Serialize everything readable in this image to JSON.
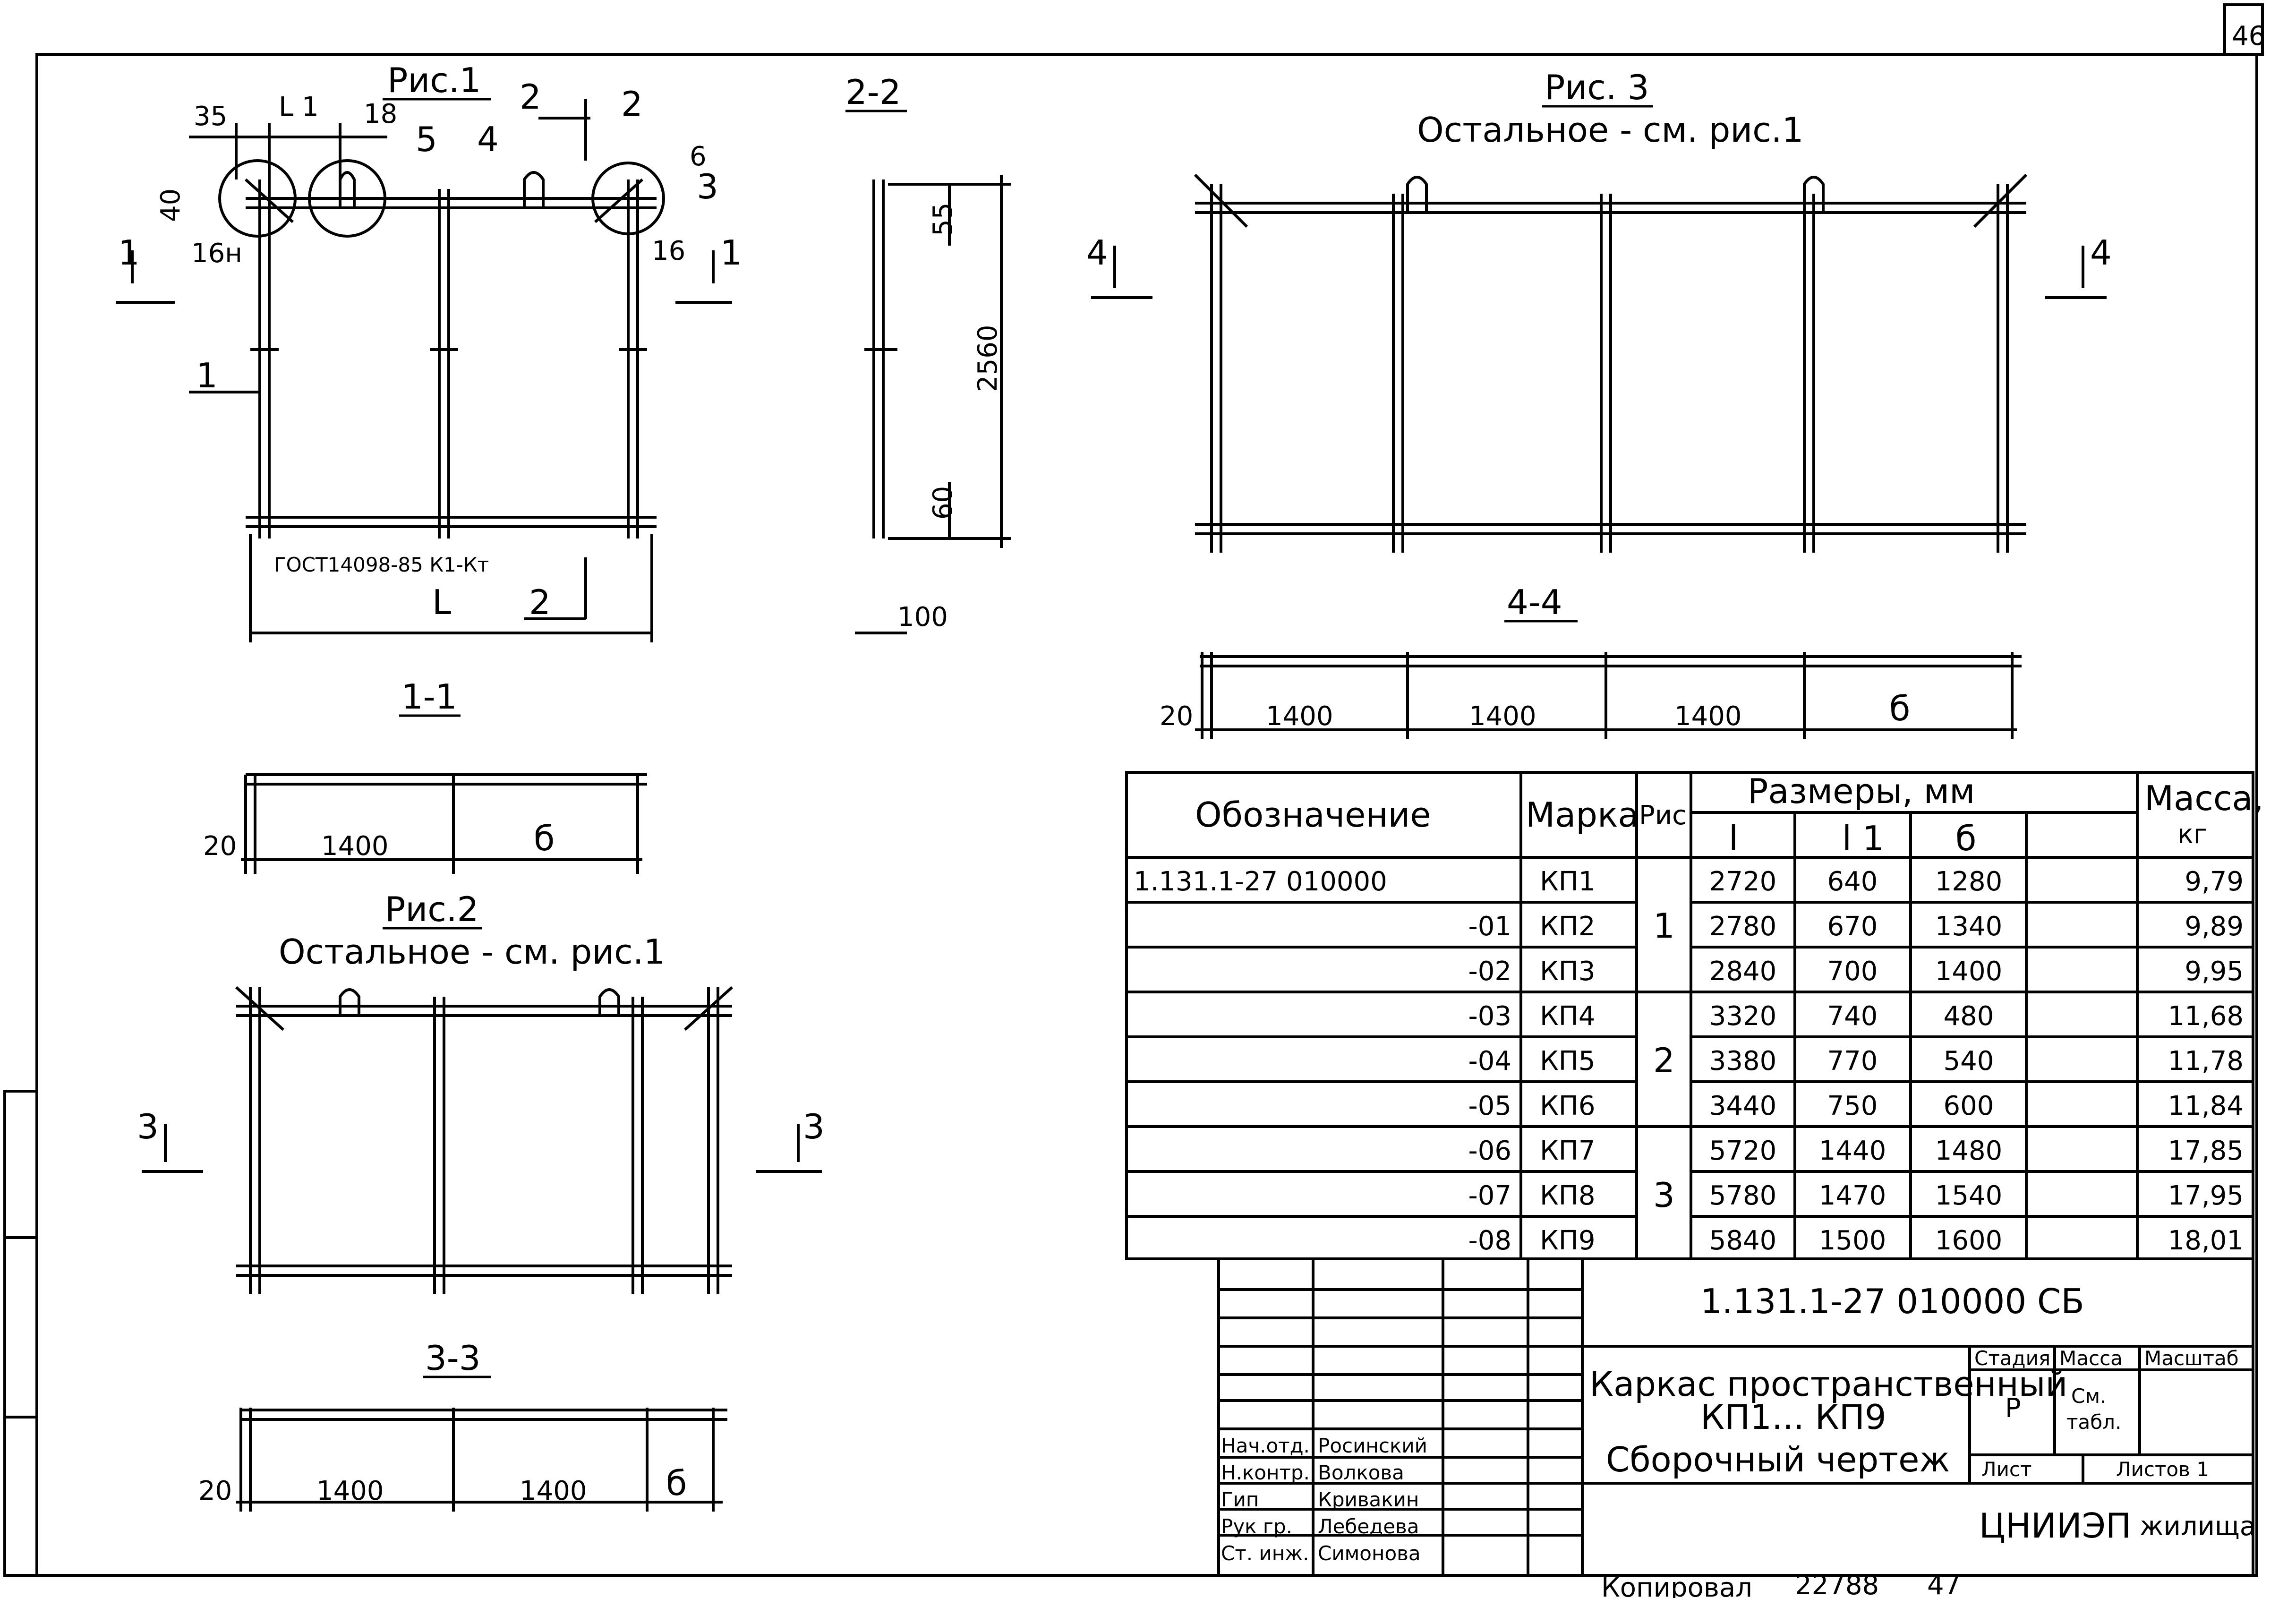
{
  "sheet_number": "46",
  "fig1": {
    "title": "Рис.1",
    "dim_35": "35",
    "dim_l1": "L 1",
    "dim_18": "18",
    "dim_40": "40",
    "pos_5": "5",
    "pos_4": "4",
    "pos_2": "2",
    "pos_6": "6",
    "pos_3": "3",
    "pos_1": "1",
    "weld_left": "16н",
    "weld_right": "16",
    "section_2": "2",
    "section_1": "1",
    "gost": "ГОСТ14098-85 К1-Кт",
    "dim_l": "L"
  },
  "sec22": {
    "title": "2-2",
    "dim_55": "55",
    "dim_2560": "2560",
    "dim_60": "60",
    "dim_100": "100"
  },
  "sec11": {
    "title": "1-1",
    "d20": "20",
    "d1": "1400",
    "db": "б"
  },
  "fig2": {
    "title": "Рис.2",
    "note": "Остальное - см. рис.1",
    "section_3": "3"
  },
  "sec33": {
    "title": "3-3",
    "d20": "20",
    "d1": "1400",
    "d2": "1400",
    "db": "б"
  },
  "fig3": {
    "title": "Рис. 3",
    "note": "Остальное - см. рис.1",
    "section_4": "4"
  },
  "sec44": {
    "title": "4-4",
    "d20": "20",
    "d1": "1400",
    "d2": "1400",
    "d3": "1400",
    "db": "б"
  },
  "table": {
    "h_designation": "Обозначение",
    "h_mark": "Марка",
    "h_fig": "Рис.",
    "h_sizes": "Размеры, мм",
    "h_l": "l",
    "h_l1": "l 1",
    "h_b": "б",
    "h_mass": "Масса,",
    "h_mass_unit": "кг",
    "rows": [
      {
        "des": "1.131.1-27 010000",
        "mark": "КП1",
        "l": "2720",
        "l1": "640",
        "b": "1280",
        "mass": "9,79"
      },
      {
        "des": "-01",
        "mark": "КП2",
        "l": "2780",
        "l1": "670",
        "b": "1340",
        "mass": "9,89"
      },
      {
        "des": "-02",
        "mark": "КП3",
        "l": "2840",
        "l1": "700",
        "b": "1400",
        "mass": "9,95"
      },
      {
        "des": "-03",
        "mark": "КП4",
        "l": "3320",
        "l1": "740",
        "b": "480",
        "mass": "11,68"
      },
      {
        "des": "-04",
        "mark": "КП5",
        "l": "3380",
        "l1": "770",
        "b": "540",
        "mass": "11,78"
      },
      {
        "des": "-05",
        "mark": "КП6",
        "l": "3440",
        "l1": "750",
        "b": "600",
        "mass": "11,84"
      },
      {
        "des": "-06",
        "mark": "КП7",
        "l": "5720",
        "l1": "1440",
        "b": "1480",
        "mass": "17,85"
      },
      {
        "des": "-07",
        "mark": "КП8",
        "l": "5780",
        "l1": "1470",
        "b": "1540",
        "mass": "17,95"
      },
      {
        "des": "-08",
        "mark": "КП9",
        "l": "5840",
        "l1": "1500",
        "b": "1600",
        "mass": "18,01"
      }
    ],
    "fig_groups": [
      "1",
      "2",
      "3"
    ]
  },
  "title_block": {
    "code": "1.131.1-27 010000 СБ",
    "name_line1": "Каркас пространственный",
    "name_line2": "КП1... КП9",
    "name_line3": "Сборочный чертеж",
    "stage_h": "Стадия",
    "mass_h": "Масса",
    "scale_h": "Масштаб",
    "stage_v": "Р",
    "mass_v1": "См.",
    "mass_v2": "табл.",
    "sheet_h": "Лист",
    "sheets_h": "Листов 1",
    "org": "ЦНИИЭП",
    "org2": "жилища",
    "roles": [
      {
        "role": "Нач.отд.",
        "name": "Росинский"
      },
      {
        "role": "Н.контр.",
        "name": "Волкова"
      },
      {
        "role": "Гип",
        "name": "Кривакин"
      },
      {
        "role": "Рук гр.",
        "name": "Лебедева"
      },
      {
        "role": "Ст. инж.",
        "name": "Симонова"
      }
    ]
  },
  "footer": {
    "copied": "Копировал",
    "num": "22788",
    "page": "47"
  }
}
